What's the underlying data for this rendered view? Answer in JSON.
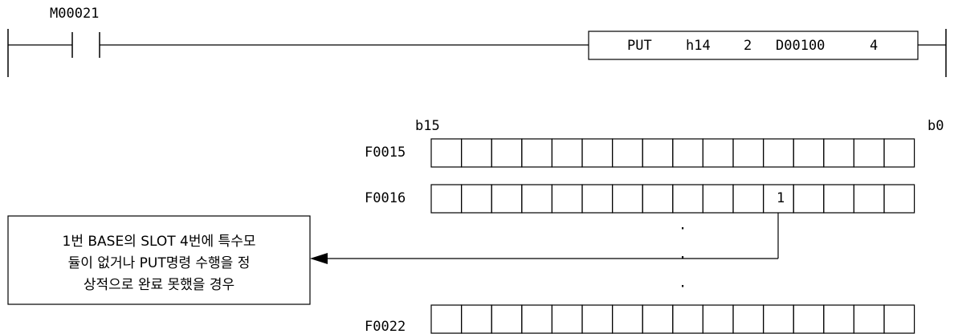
{
  "ladder": {
    "contact_label": "M00021",
    "instruction": {
      "mnemonic": "PUT",
      "operand1": "h14",
      "operand2": "2",
      "operand3": "D00100",
      "operand4": "4"
    }
  },
  "register_map": {
    "bit_high_label": "b15",
    "bit_low_label": "b0",
    "rows": [
      {
        "name": "F0015"
      },
      {
        "name": "F0016",
        "set_bit_value": "1"
      },
      {
        "name": "F0022"
      }
    ],
    "continuation_dots": [
      "·",
      "·",
      "·"
    ]
  },
  "note": {
    "lines": [
      "1번 BASE의 SLOT 4번에 특수모",
      "듈이 없거나 PUT명령 수행을 정",
      "상적으로 완료 못했을 경우"
    ]
  }
}
